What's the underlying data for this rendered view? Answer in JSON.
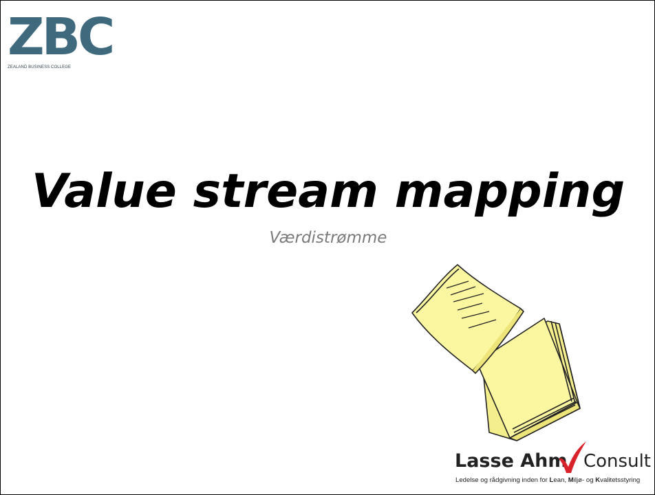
{
  "slide": {
    "title": "Value stream mapping",
    "subtitle": "Værdistrømme"
  },
  "zbc_logo": {
    "letters": "ZBC",
    "tagline": "ZEALAND BUSINESS COLLEGE",
    "color": "#3f6a7e"
  },
  "consult_logo": {
    "name": "Lasse Ahm",
    "word": "Consult",
    "tagline_parts": [
      "Ledelse og rådgivning inden for ",
      "L",
      "ean, ",
      "M",
      "iljø- og ",
      "K",
      "valitetsstyring"
    ],
    "check_color": "#d8232a"
  },
  "clipart": {
    "icon": "paper-stack-icon",
    "paper_color": "#fbf7a0"
  }
}
